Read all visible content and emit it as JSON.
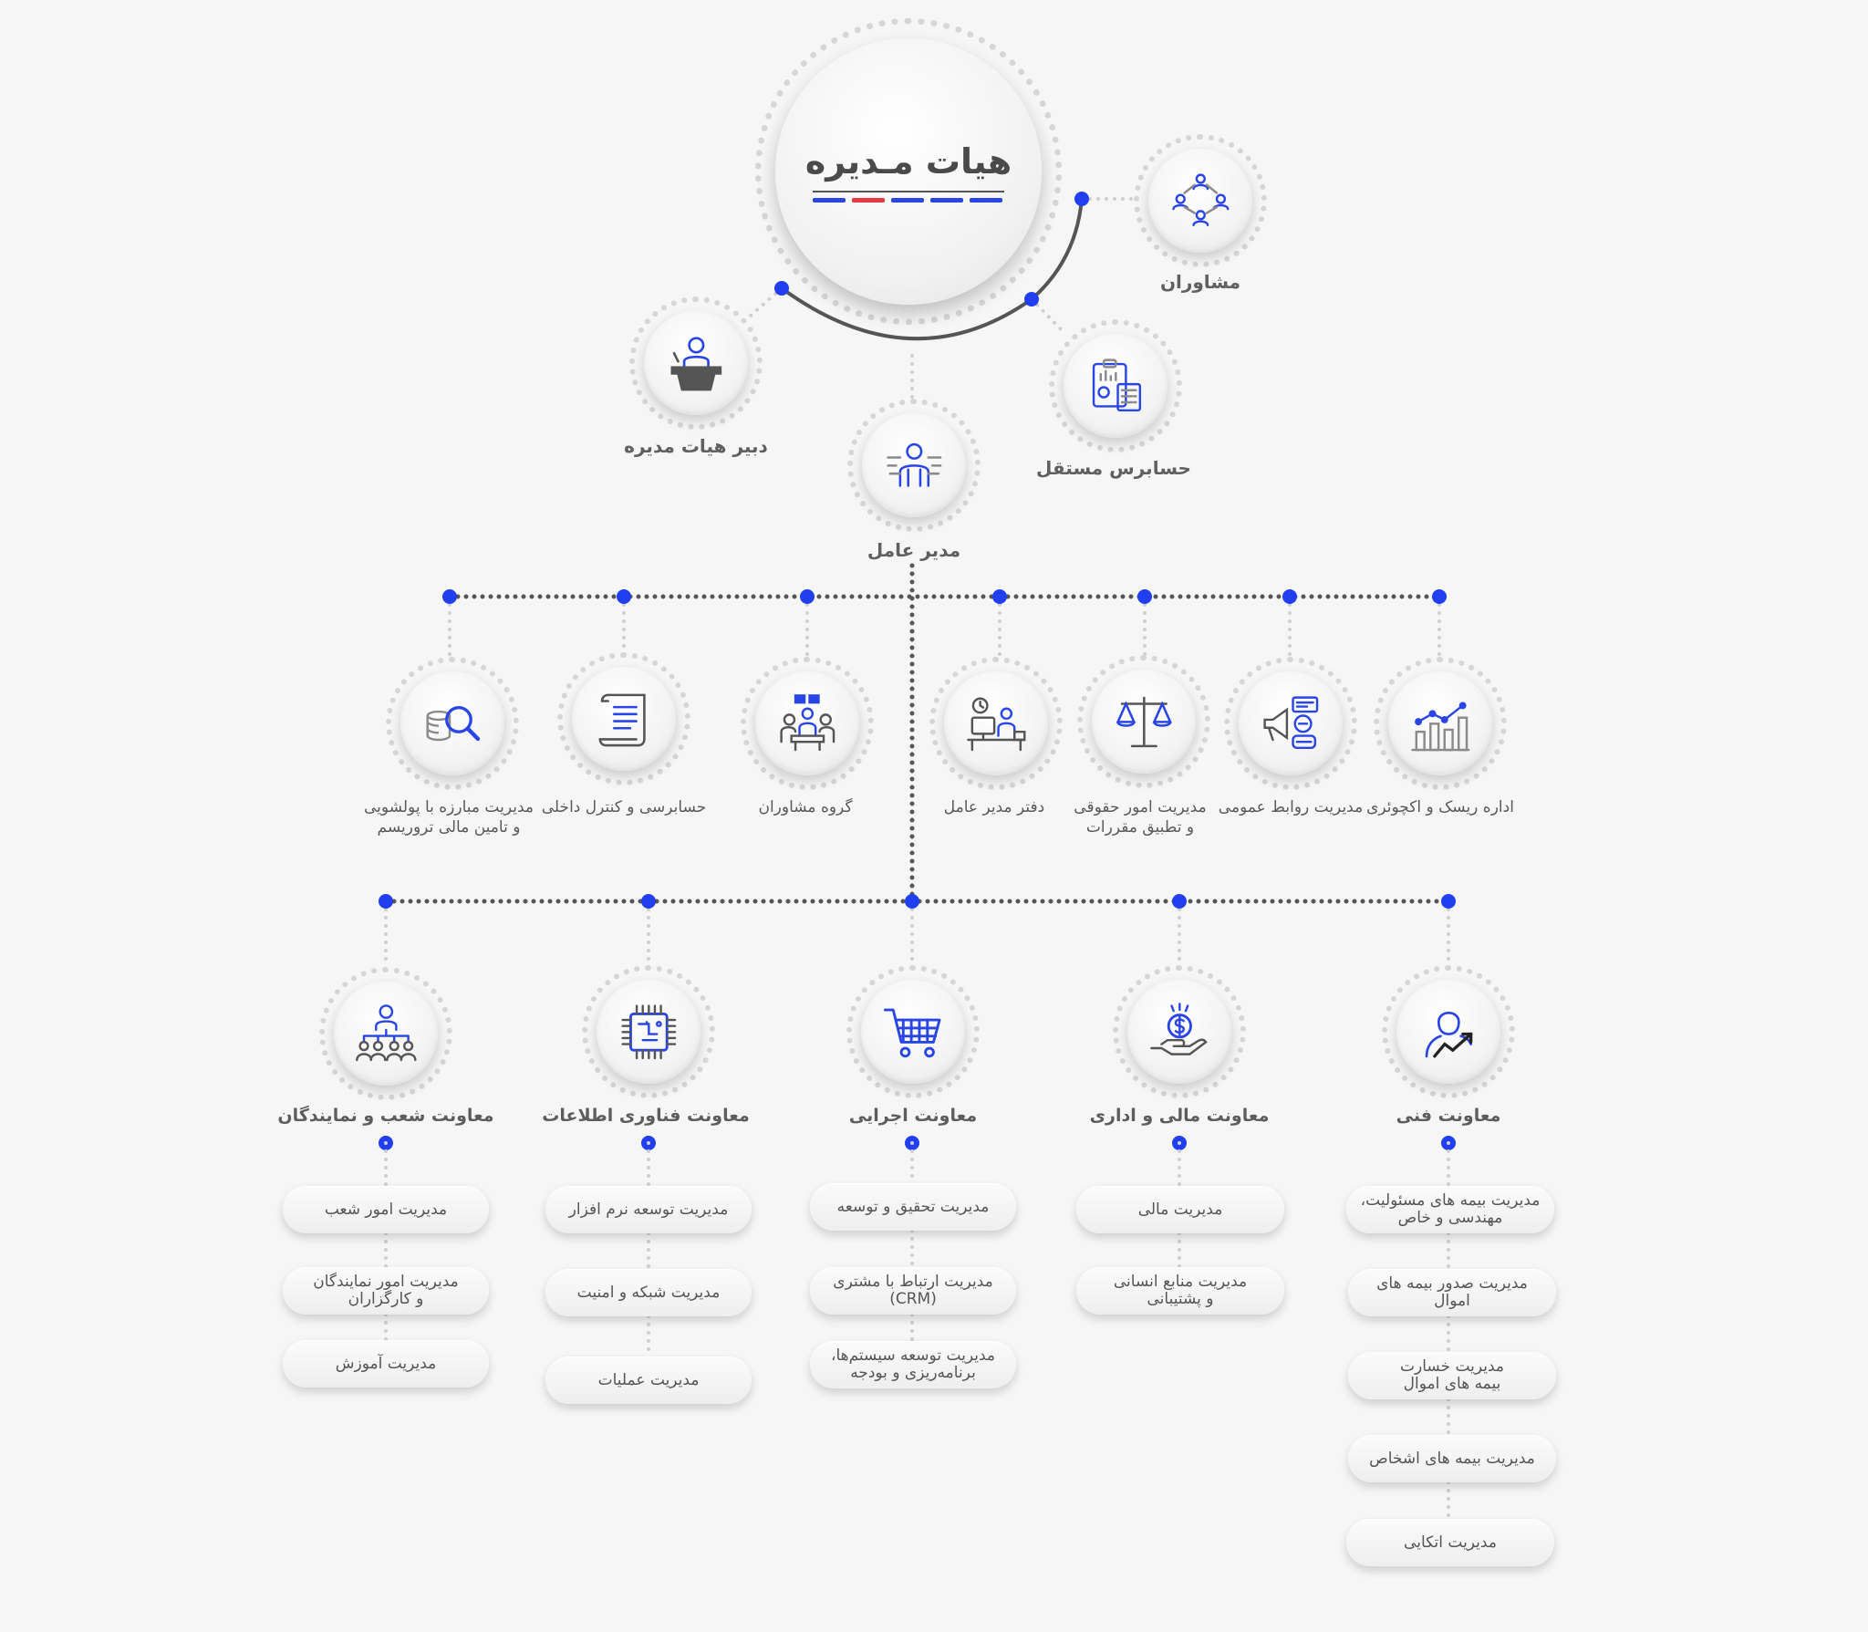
{
  "board": {
    "title": "هیات مـدیره"
  },
  "colors": {
    "accent": "#1f3ff0",
    "dot": "#555555",
    "icon_blue": "#2945e6",
    "icon_gray": "#8a8a8a",
    "red": "#e63946"
  },
  "top": {
    "advisors": "مشاوران",
    "auditor": "حسابرس مستقل",
    "secretary": "دبیر هیات مدیره",
    "ceo": "مدیر عامل"
  },
  "staff": [
    {
      "label": "مدیریت مبارزه با پولشویی\nو تامین مالی تروریسم",
      "icon": "coins-search-icon"
    },
    {
      "label": "حسابرسی و کنترل داخلی",
      "icon": "scroll-icon"
    },
    {
      "label": "گروه مشاوران",
      "icon": "meeting-icon"
    },
    {
      "label": "دفتر مدیر عامل",
      "icon": "office-desk-icon"
    },
    {
      "label": "مدیریت امور حقوقی\nو تطبیق مقررات",
      "icon": "scales-icon"
    },
    {
      "label": "مدیریت روابط عمومی",
      "icon": "megaphone-icon"
    },
    {
      "label": "اداره ریسک و اکچوئری",
      "icon": "chart-icon"
    }
  ],
  "deputies": [
    {
      "label": "معاونت شعب و نمایندگان",
      "icon": "hierarchy-icon",
      "items": [
        "مدیریت امور شعب",
        "مدیریت امور نمایندگان\nو کارگزاران",
        "مدیریت آموزش"
      ]
    },
    {
      "label": "معاونت فناوری اطلاعات",
      "icon": "chip-icon",
      "items": [
        "مدیریت توسعه نرم افزار",
        "مدیریت شبکه و امنیت",
        "مدیریت عملیات"
      ]
    },
    {
      "label": "معاونت اجرایی",
      "icon": "cart-icon",
      "items": [
        "مدیریت تحقیق و توسعه",
        "مدیریت ارتباط با مشتری\n(CRM)",
        "مدیریت توسعه سیستم‌ها،\nبرنامه‌ریزی و بودجه"
      ]
    },
    {
      "label": "معاونت مالی و اداری",
      "icon": "money-hand-icon",
      "items": [
        "مدیریت مالی",
        "مدیریت منابع انسانی\nو پشتیبانی"
      ]
    },
    {
      "label": "معاونت فنی",
      "icon": "person-growth-icon",
      "items": [
        "مدیریت بیمه های مسئولیت،\nمهندسی و خاص",
        "مدیریت صدور بیمه های اموال",
        "مدیریت خسارت\nبیمه های اموال",
        "مدیریت بیمه های اشخاص",
        "مدیریت اتکایی"
      ]
    }
  ]
}
